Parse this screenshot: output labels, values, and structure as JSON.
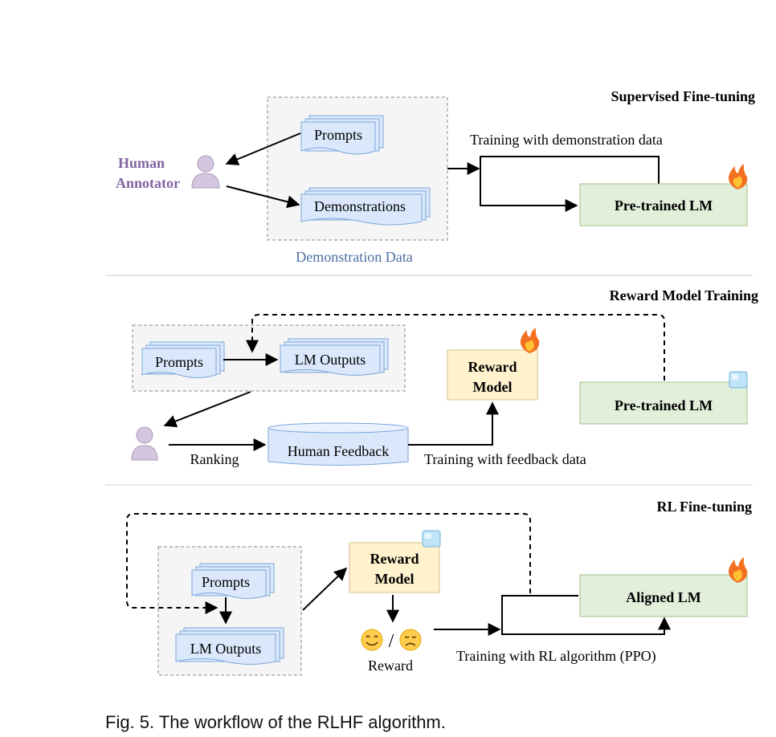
{
  "sections": {
    "sft": {
      "title": "Supervised Fine-tuning",
      "human_label_1": "Human",
      "human_label_2": "Annotator",
      "prompts": "Prompts",
      "demonstrations": "Demonstrations",
      "group_label": "Demonstration Data",
      "training_label": "Training with demonstration data",
      "model": "Pre-trained LM"
    },
    "rm": {
      "title": "Reward Model Training",
      "prompts": "Prompts",
      "lm_outputs": "LM Outputs",
      "reward_model_1": "Reward",
      "reward_model_2": "Model",
      "pretrained": "Pre-trained LM",
      "ranking": "Ranking",
      "human_feedback": "Human Feedback",
      "training_label": "Training with feedback data"
    },
    "rl": {
      "title": "RL Fine-tuning",
      "prompts": "Prompts",
      "lm_outputs": "LM Outputs",
      "reward_model_1": "Reward",
      "reward_model_2": "Model",
      "reward": "Reward",
      "slash": "/",
      "aligned": "Aligned LM",
      "training_label": "Training with RL algorithm (PPO)"
    }
  },
  "icons": {
    "fire": "fire-icon",
    "ice": "ice-icon",
    "person": "person-icon",
    "smile": "smile-emoji",
    "sad": "sad-emoji"
  },
  "colors": {
    "doc_fill": "#dbe8fb",
    "doc_stroke": "#7ba6da",
    "green_box": "#e2efda",
    "yellow_box": "#fff2cc",
    "person": "#d5c6df",
    "human_text": "#8064a2",
    "group_label": "#4a6fa5"
  },
  "caption": "Fig. 5. The workflow of the RLHF algorithm."
}
